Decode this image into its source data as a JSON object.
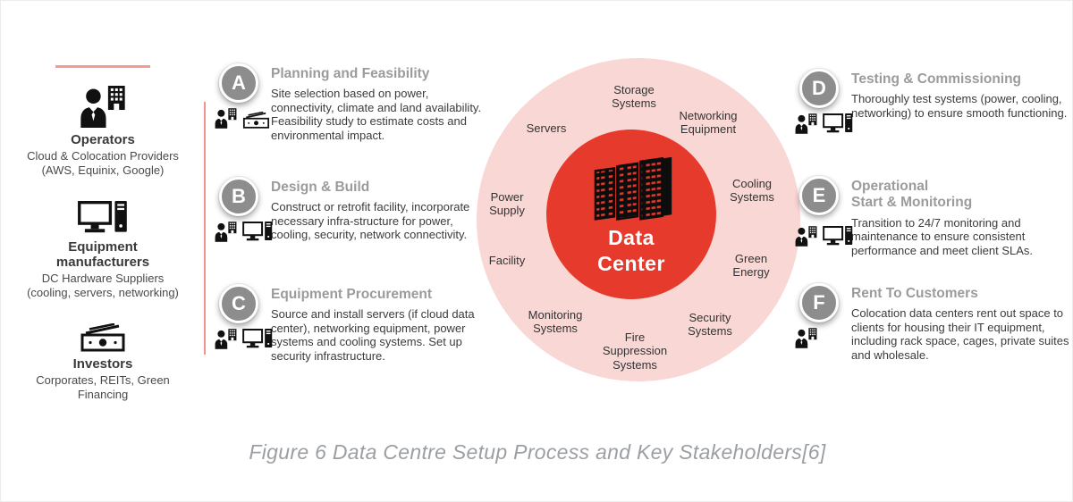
{
  "stakeholders": {
    "operators": {
      "title": "Operators",
      "sub": "Cloud & Colocation Providers\n(AWS, Equinix, Google)"
    },
    "equipment": {
      "title": "Equipment\nmanufacturers",
      "sub": "DC Hardware Suppliers\n(cooling, servers, networking)"
    },
    "investors": {
      "title": "Investors",
      "sub": "Corporates, REITs, Green\nFinancing"
    }
  },
  "steps": [
    {
      "letter": "A",
      "title": "Planning and Feasibility",
      "body": "Site selection based on power, connectivity, climate and land availability. Feasibility study to estimate costs and environmental impact."
    },
    {
      "letter": "B",
      "title": "Design & Build",
      "body": "Construct or retrofit facility, incorporate necessary infra-structure for power, cooling, security, network connectivity."
    },
    {
      "letter": "C",
      "title": "Equipment Procurement",
      "body": "Source and install servers (if cloud data center), networking equipment, power systems and cooling systems. Set up security infrastructure."
    },
    {
      "letter": "D",
      "title": "Testing & Commissioning",
      "body": "Thoroughly test systems (power, cooling, networking) to ensure smooth functioning."
    },
    {
      "letter": "E",
      "title": "Operational\nStart & Monitoring",
      "body": "Transition to 24/7 monitoring and maintenance to ensure consistent performance and meet client SLAs."
    },
    {
      "letter": "F",
      "title": "Rent To Customers",
      "body": "Colocation data centers rent out space to clients for housing their IT equipment, including rack space, cages, private suites and wholesale."
    }
  ],
  "hub": {
    "label": "Data\nCenter"
  },
  "ring": {
    "labels": [
      "Storage\nSystems",
      "Networking\nEquipment",
      "Servers",
      "Cooling\nSystems",
      "Power\nSupply",
      "Facility",
      "Green\nEnergy",
      "Monitoring\nSystems",
      "Security\nSystems",
      "Fire\nSuppression\nSystems"
    ]
  },
  "caption": "Figure 6 Data Centre Setup Process and Key Stakeholders[6]",
  "icons": {
    "operator": "operator-icon (person with building)",
    "equipment": "equipment-icon (monitor and pc tower)",
    "investor": "investor-icon (banknotes)",
    "server_rack": "server-rack-icon (data center racks)"
  },
  "colors": {
    "accent_red": "#e63b2c",
    "ring_pink": "#f9d7d5",
    "badge_gray": "#8d8d8d",
    "title_gray": "#9b9b9b",
    "line_salmon": "#f29c90"
  }
}
